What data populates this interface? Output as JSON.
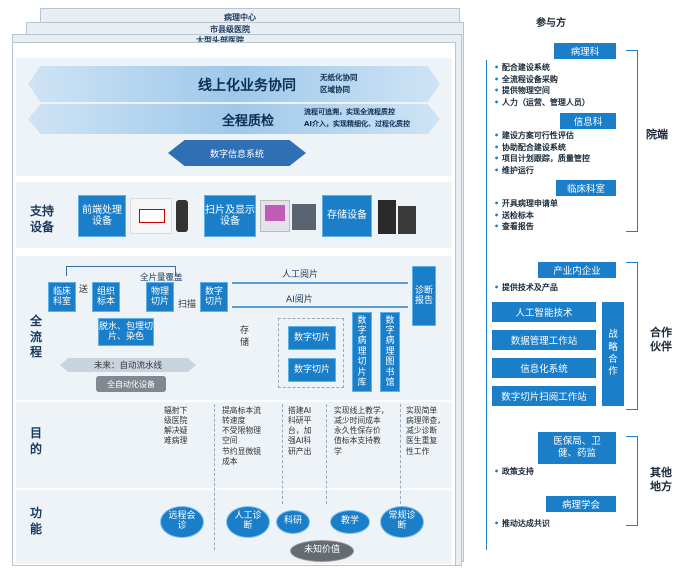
{
  "stack_tabs": [
    "病理中心",
    "市县级医院",
    "大型头部医院"
  ],
  "top_band": {
    "title": "线上化业务协同",
    "notes": [
      "无纸化协同",
      "区域协同"
    ]
  },
  "qc_band": {
    "title": "全程质检",
    "notes": [
      "流程可追溯，实现全流程质控",
      "AI介入，实现精细化、过程化质控"
    ]
  },
  "digital_system": "数字信息系统",
  "support": {
    "label": "支持设备",
    "boxes": [
      "前端处理设备",
      "扫片及显示设备",
      "存储设备"
    ]
  },
  "flow": {
    "label": "全流程",
    "full_coverage": "全片量覆盖",
    "boxes": {
      "clinic": "临床科室",
      "tissue": "组织标本",
      "physical": "物理切片",
      "digital": "数字切片",
      "dehydrate": "脱水、包埋切片、染色",
      "report": "诊断报告",
      "dig1": "数字切片",
      "dig2": "数字切片",
      "lib": "数字病理切片库",
      "library": "数字病理图书馆"
    },
    "send": "送",
    "scan": "扫描",
    "store": "存储",
    "manual_read": "人工阅片",
    "ai_read": "AI阅片",
    "future": "未来：自动流水线",
    "auto_device": "全自动化设备"
  },
  "purpose": {
    "label": "目的",
    "cols": [
      [
        "辐射下",
        "级医院",
        "解决疑",
        "难病理"
      ],
      [
        "提高标本流",
        "转速度",
        "不受限物理",
        "空间",
        "节约显微镜",
        "成本"
      ],
      [
        "搭建AI",
        "科研平",
        "台，加",
        "强AI科",
        "研产出"
      ],
      [
        "实现线上教学，",
        "减少时间成本",
        "永久性保存价",
        "值标本支持教",
        "学"
      ],
      [
        "实现简单",
        "病理筛查，",
        "减少诊断",
        "医生重复",
        "性工作"
      ]
    ]
  },
  "function": {
    "label": "功能",
    "items": [
      "远程会诊",
      "人工诊断",
      "科研",
      "教学",
      "常规诊断"
    ],
    "future_value": "未知价值"
  },
  "right": {
    "header": "参与方",
    "hospital": {
      "label": "院端",
      "groups": [
        {
          "title": "病理科",
          "items": [
            "配合建设系统",
            "全流程设备采购",
            "提供物理空间",
            "人力（运营、管理人员）"
          ]
        },
        {
          "title": "信息科",
          "items": [
            "建设方案可行性评估",
            "协助配合建设系统",
            "项目计划跟踪，质量管控",
            "维护运行"
          ]
        },
        {
          "title": "临床科室",
          "items": [
            "开具病理申请单",
            "送检标本",
            "查看报告"
          ]
        }
      ]
    },
    "partner": {
      "label": "合作伙伴",
      "title": "产业内企业",
      "items": [
        "提供技术及产品"
      ],
      "boxes": [
        "人工智能技术",
        "数据管理工作站",
        "信息化系统",
        "数字切片扫阅工作站"
      ],
      "strategic": "战略合作"
    },
    "other": {
      "label": "其他地方",
      "groups": [
        {
          "title": "医保局、卫健、药监",
          "items": [
            "政策支持"
          ]
        },
        {
          "title": "病理学会",
          "items": [
            "推动达成共识"
          ]
        }
      ]
    }
  }
}
